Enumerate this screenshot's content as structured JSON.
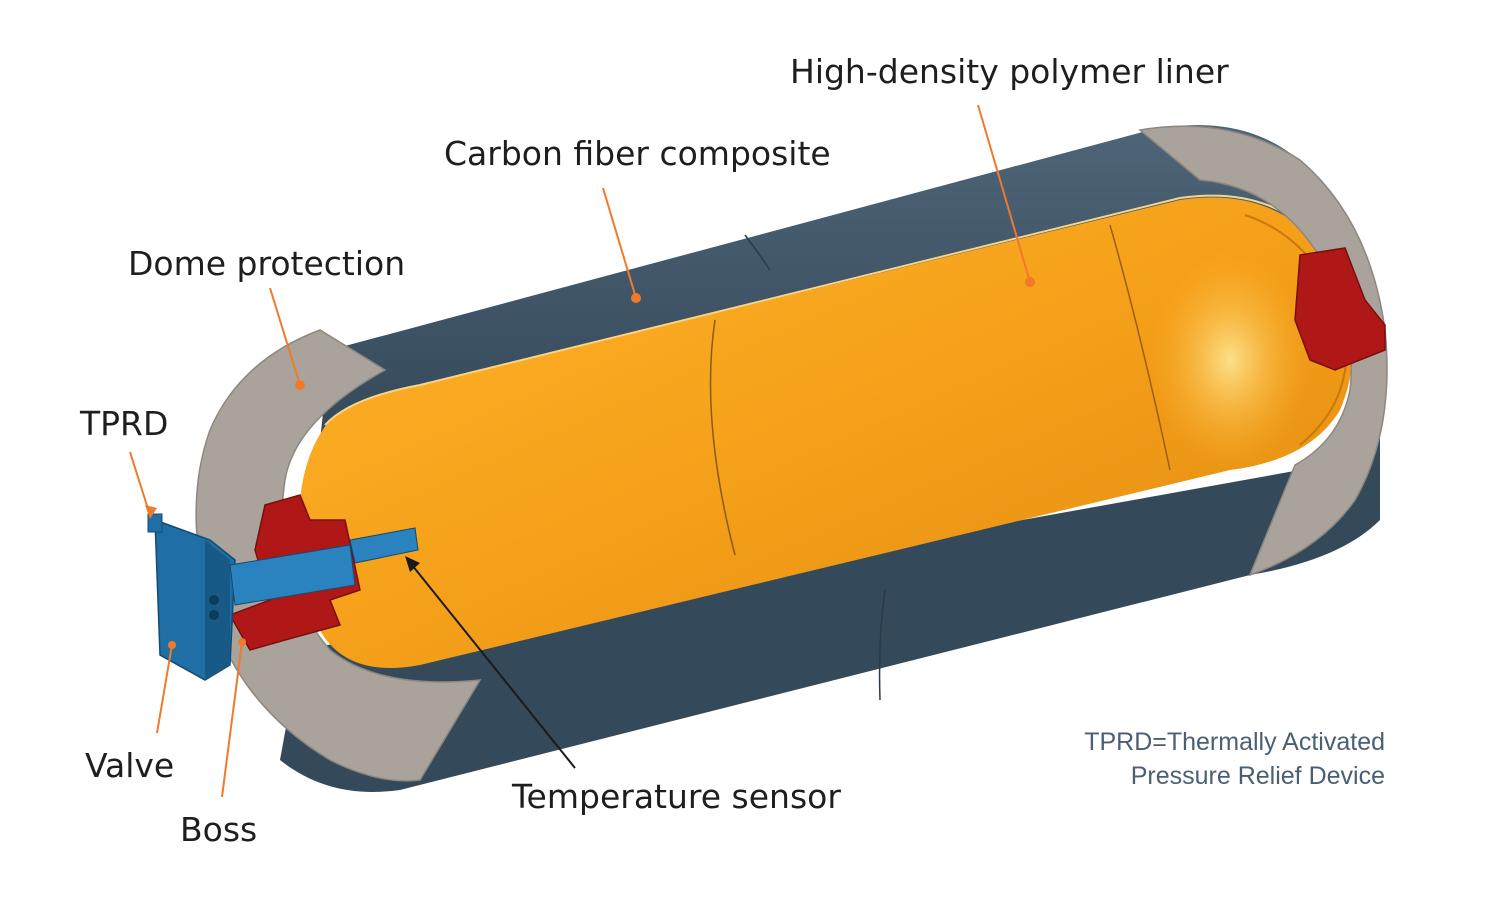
{
  "labels": {
    "liner": "High-density polymer liner",
    "carbon_fiber": "Carbon fiber composite",
    "dome_protection": "Dome protection",
    "tprd": "TPRD",
    "valve": "Valve",
    "boss": "Boss",
    "temperature_sensor": "Temperature sensor"
  },
  "note": {
    "line1": "TPRD=Thermally Activated",
    "line2": "Pressure Relief Device"
  },
  "colors": {
    "shell": "#3f5566",
    "liner": "#f5a21a",
    "dome": "#a9a39b",
    "boss": "#b01818",
    "valve": "#1f6fa6",
    "leader": "#f07a2a",
    "note_text": "#4a5f73"
  }
}
